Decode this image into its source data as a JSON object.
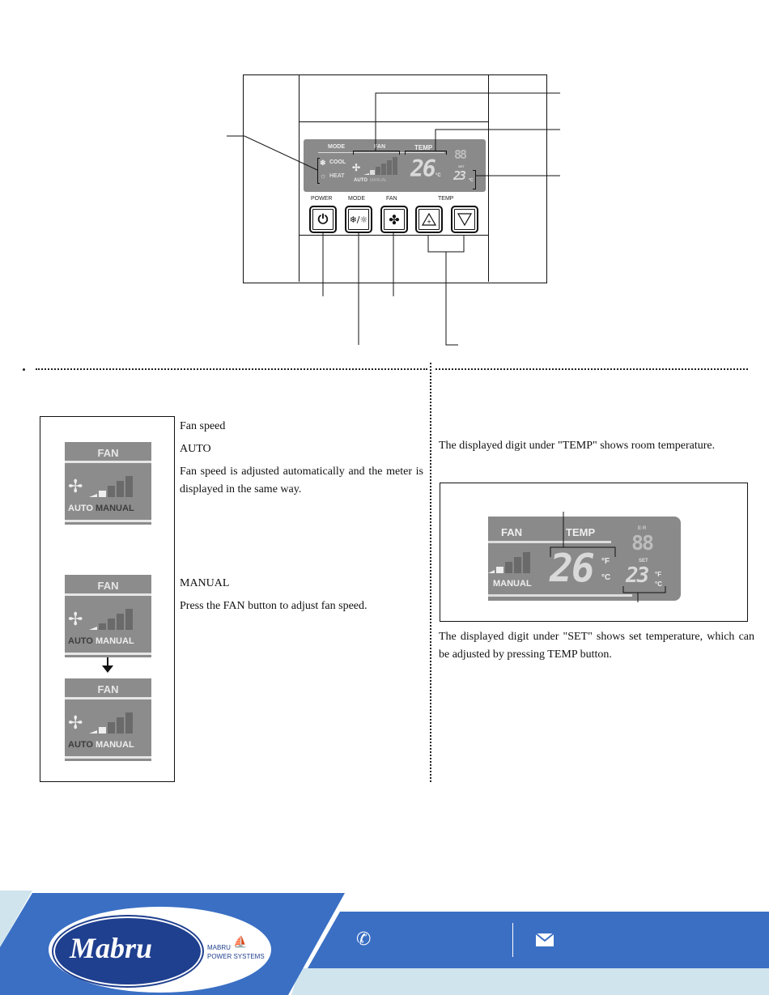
{
  "panel": {
    "lcd_mode": "MODE",
    "lcd_fan": "FAN",
    "lcd_temp": "TEMP",
    "lcd_cool": "COOL",
    "lcd_heat": "HEAT",
    "lcd_auto": "AUTO",
    "lcd_manual": "MANUAL",
    "lcd_room_digits": "26",
    "lcd_unit_c": "°C",
    "lcd_err_digits": "88",
    "lcd_set": "SET",
    "lcd_set_digits": "23",
    "btn_power_label": "POWER",
    "btn_mode_label": "MODE",
    "btn_fan_label": "FAN",
    "btn_temp_label": "TEMP"
  },
  "left": {
    "fan_speed_heading": "Fan speed",
    "auto_heading": "AUTO",
    "auto_text": "Fan speed is adjusted automatically and the meter is displayed in the same way.",
    "manual_heading": "MANUAL",
    "manual_text": "Press the FAN button to adjust fan speed.",
    "box_fan": "FAN",
    "box_auto": "AUTO",
    "box_manual": "MANUAL"
  },
  "right": {
    "temp_text": "The displayed digit under \"TEMP\" shows room temperature.",
    "set_text": "The displayed digit under \"SET\" shows set temperature, which can be adjusted by pressing TEMP button.",
    "zoom_fan": "FAN",
    "zoom_temp": "TEMP",
    "zoom_manual": "MANUAL",
    "zoom_room_digits": "26",
    "zoom_unit_f": "°F",
    "zoom_unit_c": "°C",
    "zoom_err_label": "E·R",
    "zoom_err_digits": "88",
    "zoom_set": "SET",
    "zoom_set_digits": "23"
  },
  "footer": {
    "logo_text": "Mabru",
    "brand_line1": "MABRU",
    "brand_line2": "POWER SYSTEMS",
    "colors": {
      "blue": "#3a6fc4",
      "light": "#cfe4ec",
      "navy": "#1f3f8f"
    }
  }
}
